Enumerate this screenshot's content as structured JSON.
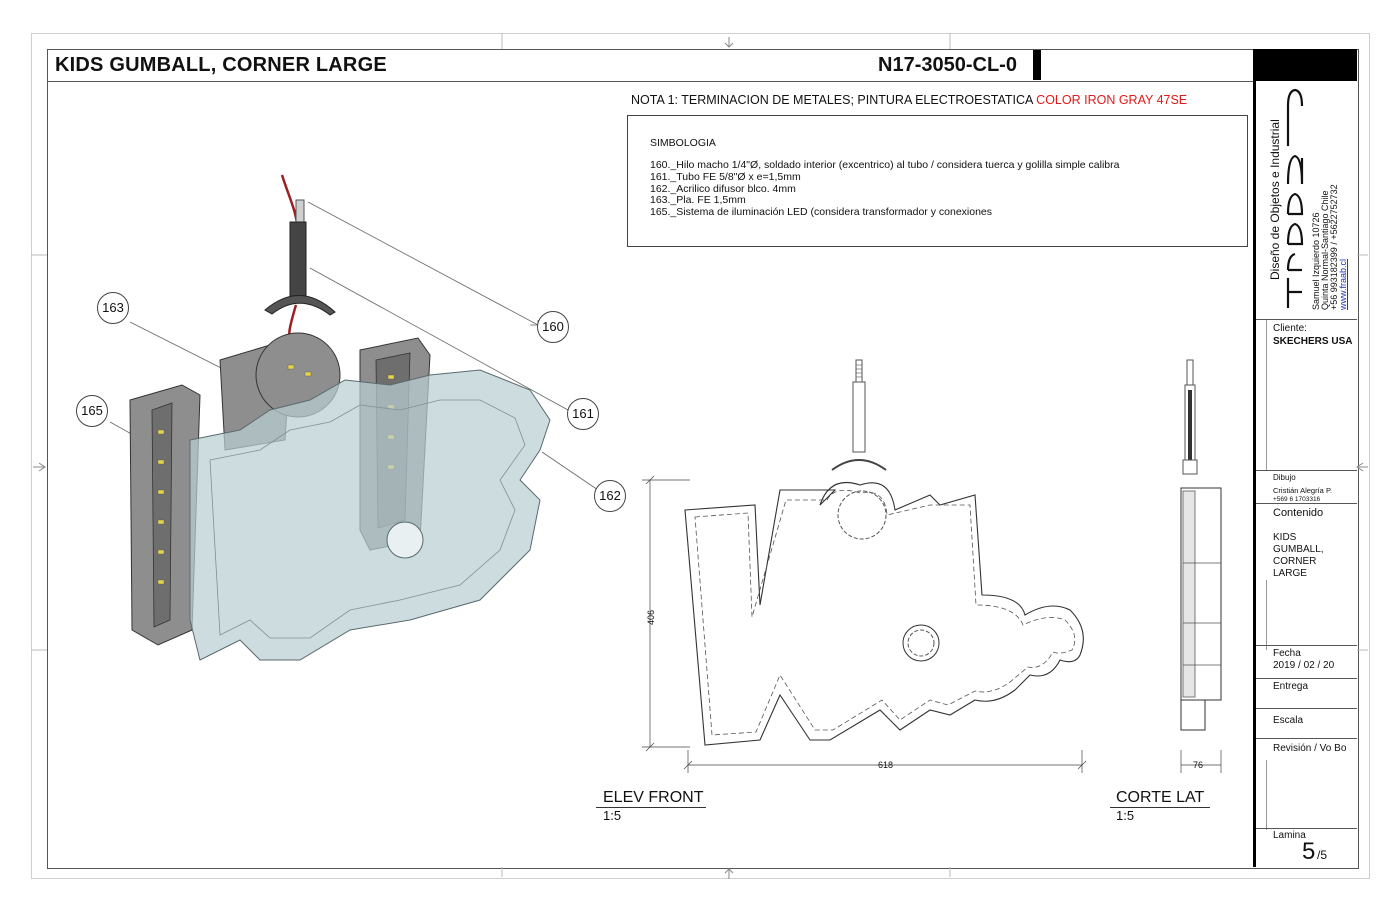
{
  "sheet": {
    "title": "KIDS GUMBALL, CORNER LARGE",
    "code": "N17-3050-CL-0",
    "nota_prefix": "NOTA 1: TERMINACION  DE METALES; PINTURA ELECTROESTATICA ",
    "nota_color": "COLOR IRON GRAY 47SE",
    "accent_color": "#e01b1b"
  },
  "simbologia": {
    "title": "SIMBOLOGIA",
    "items": [
      "160._Hilo macho 1/4\"Ø, soldado interior (excentrico) al tubo / considera tuerca y golilla simple calibra",
      "161._Tubo FE 5/8\"Ø x e=1,5mm",
      "162._Acrilico difusor blco. 4mm",
      "163._Pla. FE 1,5mm",
      "165._Sistema de iluminación LED (considera transformador y conexiones"
    ]
  },
  "callouts": [
    "160",
    "161",
    "162",
    "163",
    "165"
  ],
  "views": {
    "front": {
      "label": "ELEV FRONT",
      "scale": "1:5",
      "dim_width": "618",
      "dim_height": "406"
    },
    "side": {
      "label": "CORTE LAT",
      "scale": "1:5",
      "dim_depth": "76"
    }
  },
  "title_block": {
    "company": "Diseño de Objetos e Industrial",
    "address1": "Samuel Izquierdo 10726",
    "address2": "Quinta Normal-Santiago Chile",
    "phone": "+56 993182399  /  +5622752732",
    "web": "www.fraab.cl",
    "cliente_label": "Cliente:",
    "cliente": "SKECHERS USA",
    "dibujo_label": "Dibujo",
    "dibujo_name": "Cristián Alegría P.",
    "dibujo_phone": "+569 6 1703316",
    "contenido_label": "Contenido",
    "contenido": [
      "KIDS",
      "GUMBALL,",
      "CORNER",
      "LARGE"
    ],
    "fecha_label": "Fecha",
    "fecha": "2019 / 02 / 20",
    "entrega_label": "Entrega",
    "escala_label": "Escala",
    "revision_label": "Revisión  / Vo Bo",
    "lamina_label": "Lamina",
    "lamina_num": "5",
    "lamina_total": "/5"
  }
}
